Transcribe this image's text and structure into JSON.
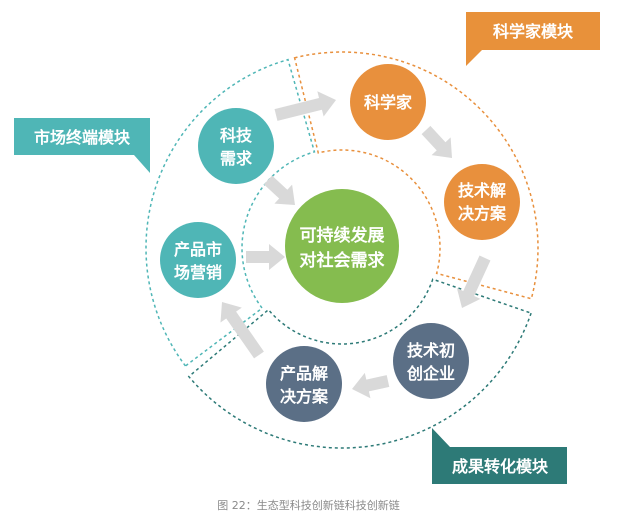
{
  "center": {
    "line1": "可持续发展",
    "line2": "对社会需求"
  },
  "nodes": {
    "tech_demand": {
      "line1": "科技",
      "line2": "需求"
    },
    "scientist": {
      "line1": "科学家"
    },
    "tech_solution": {
      "line1": "技术解",
      "line2": "决方案"
    },
    "tech_startup": {
      "line1": "技术初",
      "line2": "创企业"
    },
    "product_solution": {
      "line1": "产品解",
      "line2": "决方案"
    },
    "product_marketing": {
      "line1": "产品市",
      "line2": "场营销"
    }
  },
  "modules": {
    "scientist_module": "科学家模块",
    "market_module": "市场终端模块",
    "transform_module": "成果转化模块"
  },
  "caption": "图 22：生态型科技创新链科技创新链",
  "colors": {
    "teal": "#4fb6b6",
    "orange": "#e8903d",
    "slate": "#5b6f86",
    "green": "#85bc4f",
    "dark_teal": "#2d7a77",
    "arrow": "#d9d9d9"
  }
}
